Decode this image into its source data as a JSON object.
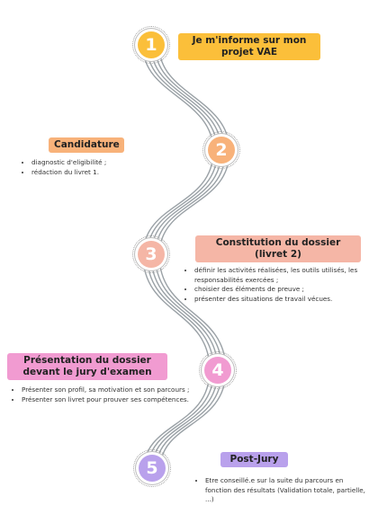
{
  "colors": {
    "step1": "#fbbf3a",
    "step2": "#f8b27a",
    "step3": "#f5b6a6",
    "step4": "#f19bd1",
    "step5": "#b9a1ec",
    "road": "#9aa1a6"
  },
  "steps": [
    {
      "number": "1",
      "title": "Je m'informe sur mon projet VAE",
      "items": []
    },
    {
      "number": "2",
      "title": "Candidature",
      "items": [
        "diagnostic d'eligibilité ;",
        "rédaction du livret 1."
      ]
    },
    {
      "number": "3",
      "title": "Constitution du dossier (livret 2)",
      "items": [
        "définir les activités réalisées, les outils utilisés, les responsabilités exercées ;",
        "choisier des éléments de preuve ;",
        "présenter des situations de travail vécues."
      ]
    },
    {
      "number": "4",
      "title": "Présentation du dossier devant le jury d'examen",
      "items": [
        "Présenter son profil, sa motivation et son parcours ;",
        "Présenter son livret pour prouver ses compétences."
      ]
    },
    {
      "number": "5",
      "title": "Post-Jury",
      "items": [
        "Etre conseillé.e sur la suite du parcours en fonction des résultats (Validation totale, partielle, ...)"
      ]
    }
  ]
}
